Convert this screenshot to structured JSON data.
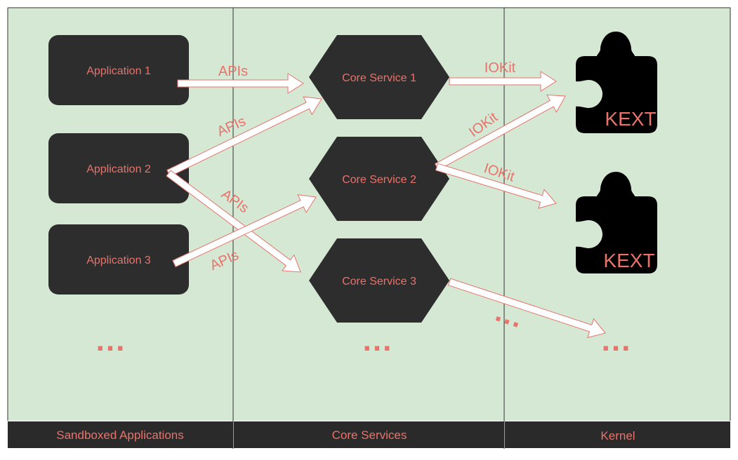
{
  "colors": {
    "lane_background": "#d5e8d4",
    "node_fill": "#2d2d2d",
    "kext_fill": "#000000",
    "text_accent": "#e8736b",
    "footer_fill": "#2a2a2a",
    "arrow_fill": "#ffffff"
  },
  "lanes": {
    "sandboxed": {
      "label": "Sandboxed Applications"
    },
    "core": {
      "label": "Core Services"
    },
    "kernel": {
      "label": "Kernel"
    }
  },
  "applications": [
    {
      "label": "Application 1"
    },
    {
      "label": "Application 2"
    },
    {
      "label": "Application 3"
    }
  ],
  "services": [
    {
      "label": "Core Service 1"
    },
    {
      "label": "Core Service 2"
    },
    {
      "label": "Core Service 3"
    }
  ],
  "kexts": [
    {
      "label": "KEXT",
      "icon": "puzzle-piece-icon"
    },
    {
      "label": "KEXT",
      "icon": "puzzle-piece-icon"
    }
  ],
  "edge_labels": {
    "apis_1": "APIs",
    "apis_2": "APIs",
    "apis_3": "APIs",
    "apis_4": "APIs",
    "iokit_1": "IOKit",
    "iokit_2": "IOKit",
    "iokit_3": "IOKit"
  },
  "ellipses": {
    "apps": "...",
    "services": "...",
    "kernel": "...",
    "edge": "..."
  }
}
